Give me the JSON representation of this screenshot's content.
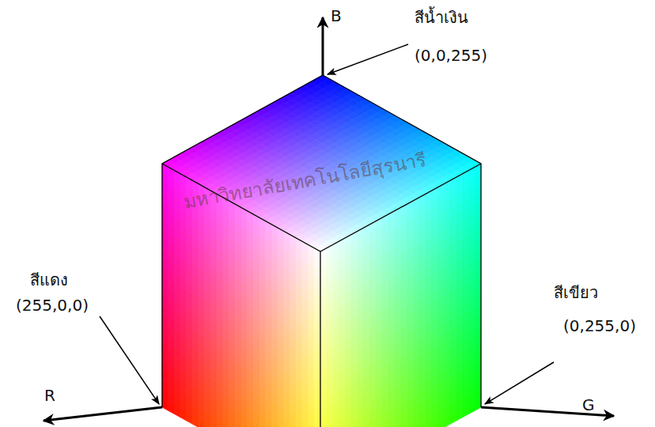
{
  "diagram": {
    "labels": [
      "B",
      "สีน้ำเงิน",
      "(0,0,255)",
      "สีแดง",
      "(255,0,0)",
      "R",
      "สีเขียว",
      "(0,255,0)",
      "G",
      "มหาวิทยาลัยเทคโนโลยีสุรนารี"
    ]
  }
}
